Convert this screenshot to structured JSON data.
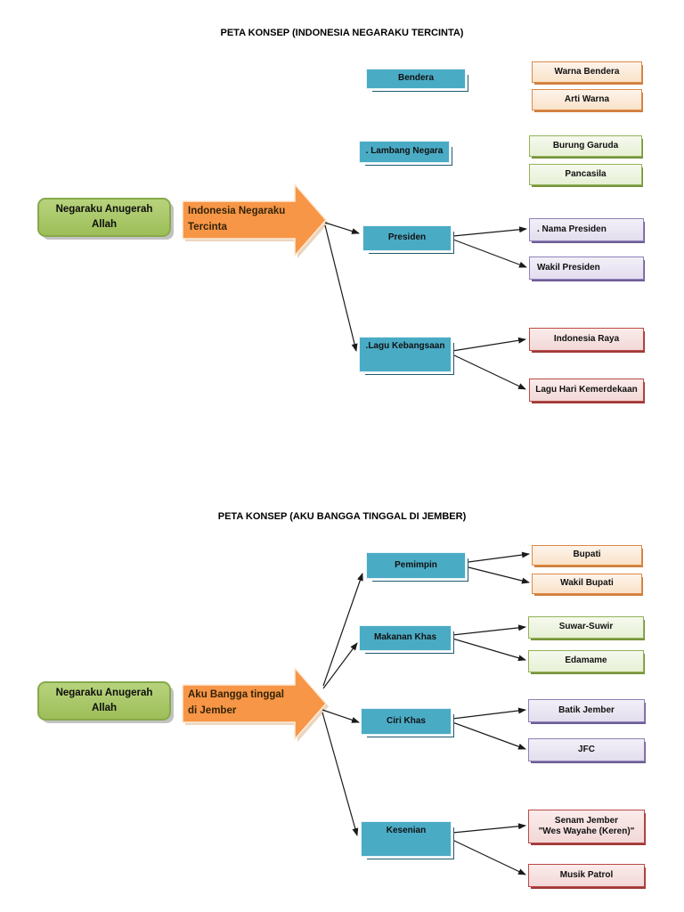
{
  "palette": {
    "branch_teal": "#4BACC6",
    "branch_shadow": "#1D5A70",
    "big_arrow_orange": "#F79646",
    "root_green": "#A3C161",
    "leaf_orange_border": "#DD8A44",
    "leaf_green_border": "#93B356",
    "leaf_purple_border": "#8F81B8",
    "leaf_red_border": "#B94A47",
    "connector_line": "#1A1A1A",
    "page_background": "#FFFFFF"
  },
  "diagram1": {
    "title": "PETA KONSEP (INDONESIA NEGARAKU TERCINTA)",
    "root": {
      "line1": "Negaraku Anugerah",
      "line2": "Allah"
    },
    "arrow": {
      "line1": "Indonesia Negaraku",
      "line2": "Tercinta"
    },
    "branches": {
      "bendera": "Bendera",
      "lambang": ". Lambang Negara",
      "presiden": "Presiden",
      "lagu": ".Lagu Kebangsaan"
    },
    "leaves": {
      "warna_bendera": "Warna Bendera",
      "arti_warna": "Arti Warna",
      "burung_garuda": "Burung Garuda",
      "pancasila": "Pancasila",
      "nama_presiden": ". Nama Presiden",
      "wakil_presiden": "Wakil Presiden",
      "indonesia_raya": "Indonesia Raya",
      "lagu_hari_kemerdekaan": "Lagu Hari Kemerdekaan"
    }
  },
  "diagram2": {
    "title": "PETA KONSEP (AKU BANGGA TINGGAL DI JEMBER)",
    "root": {
      "line1": "Negaraku Anugerah",
      "line2": "Allah"
    },
    "arrow": {
      "line1": "Aku Bangga tinggal",
      "line2": "di Jember"
    },
    "branches": {
      "pemimpin": "Pemimpin",
      "makanan_khas": "Makanan Khas",
      "ciri_khas": "Ciri Khas",
      "kesenian": "Kesenian"
    },
    "leaves": {
      "bupati": "Bupati",
      "wakil_bupati": "Wakil Bupati",
      "suwar_suwir": "Suwar-Suwir",
      "edamame": "Edamame",
      "batik_jember": "Batik Jember",
      "jfc": "JFC",
      "senam": {
        "line1": "Senam Jember",
        "line2": "\"Wes Wayahe (Keren)\""
      },
      "musik_patrol": "Musik Patrol"
    }
  }
}
